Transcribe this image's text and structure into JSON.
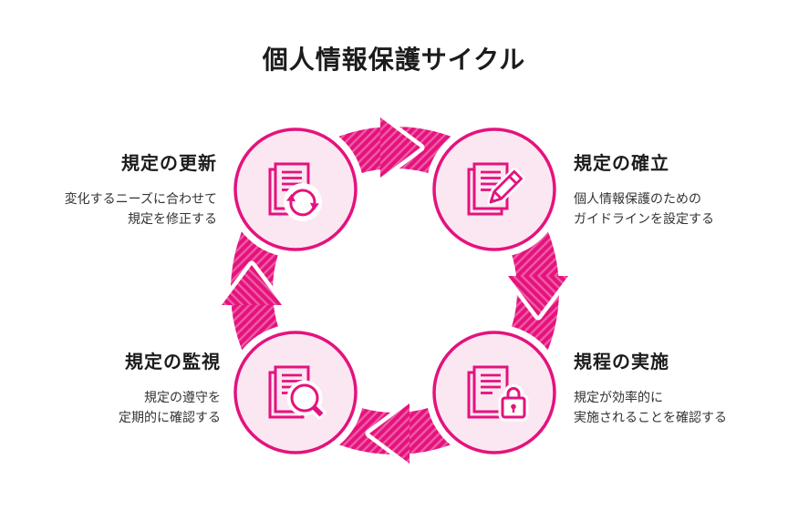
{
  "title": "個人情報保護サイクル",
  "colors": {
    "magenta": "#e5127d",
    "stripe_light": "#ee5ba3",
    "circle_fill": "#fbe7f2",
    "title_text": "#1c1c1c",
    "body_text": "#333333"
  },
  "steps": [
    {
      "name": "update",
      "label": "規定の更新",
      "description_line1": "変化するニーズに合わせて",
      "description_line2": "規定を修正する",
      "icon": "document-refresh-icon",
      "position": "top-left"
    },
    {
      "name": "establish",
      "label": "規定の確立",
      "description_line1": "個人情報保護のための",
      "description_line2": "ガイドラインを設定する",
      "icon": "document-pencil-icon",
      "position": "top-right"
    },
    {
      "name": "implement",
      "label": "規程の実施",
      "description_line1": "規定が効率的に",
      "description_line2": "実施されることを確認する",
      "icon": "document-lock-icon",
      "position": "bottom-right"
    },
    {
      "name": "monitor",
      "label": "規定の監視",
      "description_line1": "規定の遵守を",
      "description_line2": "定期的に確認する",
      "icon": "document-search-icon",
      "position": "bottom-left"
    }
  ]
}
